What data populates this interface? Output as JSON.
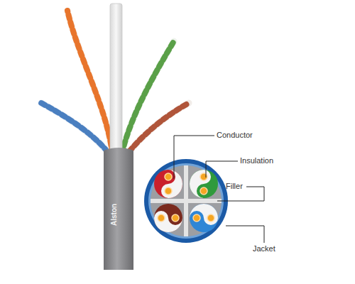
{
  "diagram": {
    "labels": [
      "Alston",
      "Conductor",
      "Insulation",
      "Filler",
      "Jacket"
    ]
  }
}
